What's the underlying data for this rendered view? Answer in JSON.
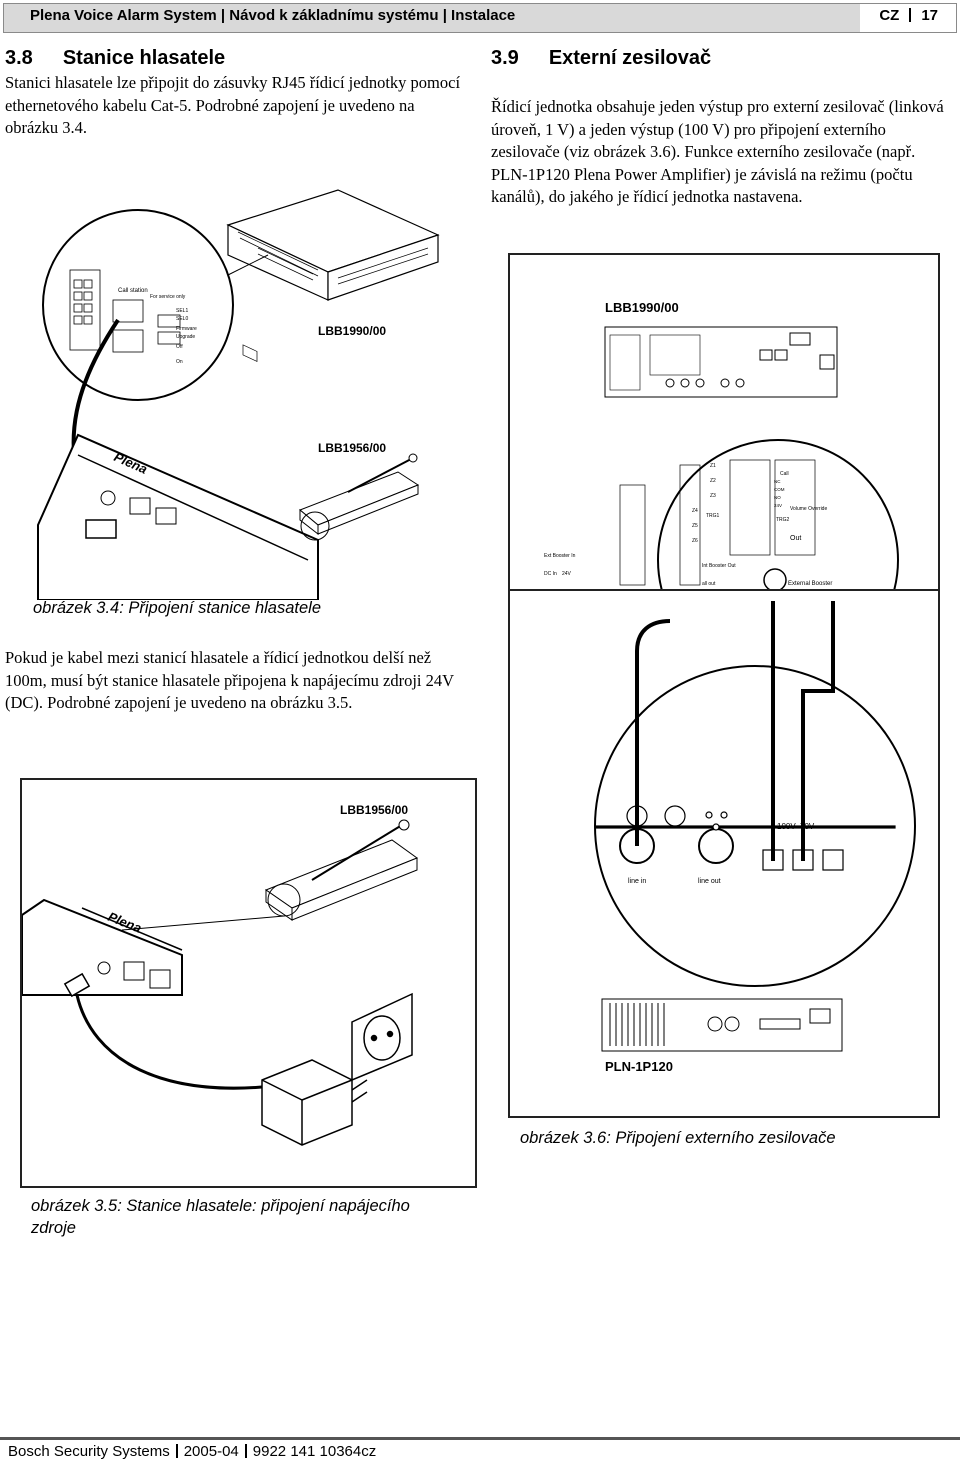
{
  "header": {
    "title": "Plena Voice Alarm System | Návod k základnímu systému | Instalace",
    "lang": "CZ",
    "page": "17"
  },
  "section_3_8": {
    "number": "3.8",
    "title": "Stanice hlasatele",
    "text": "Stanici hlasatele lze připojit do zásuvky RJ45 řídicí jednotky pomocí ethernetového kabelu Cat-5. Podrobné zapojení je uvedeno na obrázku 3.4."
  },
  "section_3_9": {
    "number": "3.9",
    "title": "Externí zesilovač",
    "text": "Řídicí jednotka obsahuje jeden výstup pro externí zesilovač (linková úroveň, 1 V) a jeden výstup (100 V) pro připojení externího zesilovače (viz obrázek 3.6). Funkce externího zesilovače (např. PLN-1P120 Plena Power Amplifier) je závislá na režimu (počtu kanálů), do jakého je řídicí jednotka nastavena."
  },
  "figure_3_4": {
    "caption": "obrázek 3.4: Připojení stanice hlasatele",
    "labels": {
      "controller": "LBB1990/00",
      "station": "LBB1956/00",
      "brand": "Plena",
      "call_station": "Call station",
      "for_service": "For service only",
      "sel1": "SEL1",
      "sel0": "SEL0",
      "firmware": "Firmware",
      "upgrade": "Upgrade",
      "off": "Off",
      "on": "On"
    }
  },
  "paragraph_3_5": {
    "text": "Pokud je kabel mezi stanicí hlasatele a řídicí jednotkou delší než 100m, musí být stanice hlasatele připojena k napájecímu zdroji 24V (DC). Podrobné zapojení je uvedeno na obrázku 3.5."
  },
  "figure_3_5": {
    "caption": "obrázek 3.5: Stanice hlasatele: připojení napájecího zdroje",
    "labels": {
      "station": "LBB1956/00",
      "brand": "Plena"
    }
  },
  "figure_3_6": {
    "caption": "obrázek 3.6: Připojení externího zesilovače",
    "labels": {
      "controller": "LBB1990/00",
      "amplifier": "PLN-1P120",
      "line_in": "line in",
      "line_out": "line out",
      "v100": "100V",
      "v70": "70V",
      "out": "Out",
      "external_booster": "External Booster",
      "ext_booster_in": "Ext Booster In",
      "dc_in": "DC In",
      "v24": "24V",
      "volume_override": "Volume Override",
      "call": "Call",
      "trg1": "TRG1",
      "trg2": "TRG2",
      "all_out": "all out",
      "int_booster_out": "Int Booster Out",
      "zones": [
        "Z1",
        "Z2",
        "Z3",
        "Z4",
        "Z5",
        "Z6"
      ],
      "relay_nc": "NC",
      "relay_com": "COM",
      "relay_no": "NO",
      "relay_24v": "24V"
    }
  },
  "footer": {
    "company": "Bosch Security Systems",
    "date": "2005-04",
    "doc": "9922 141 10364cz"
  }
}
